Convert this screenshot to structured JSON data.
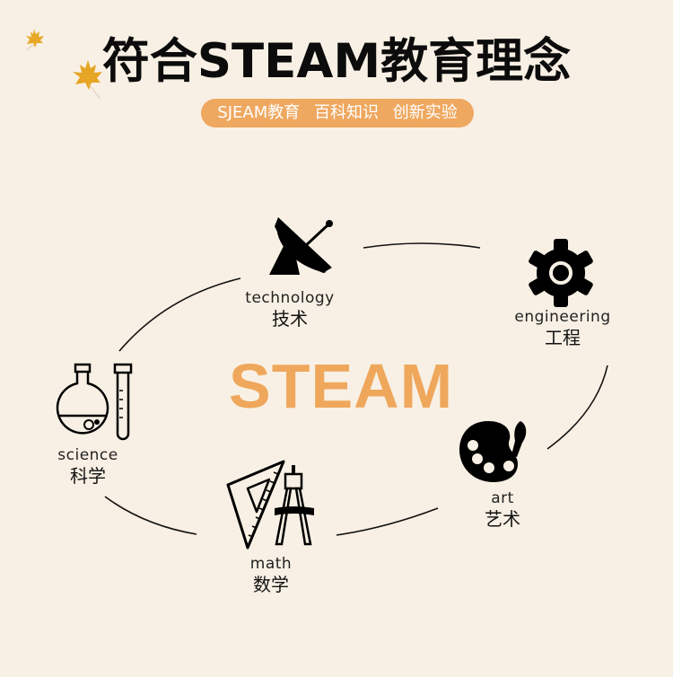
{
  "header": {
    "title": "符合STEAM教育理念",
    "tags": [
      "SJEAM教育",
      "百科知识",
      "创新实验"
    ]
  },
  "center": {
    "label": "STEAM"
  },
  "nodes": [
    {
      "key": "technology",
      "en": "technology",
      "zh": "技术",
      "icon": "satellite-dish-icon"
    },
    {
      "key": "engineering",
      "en": "engineering",
      "zh": "工程",
      "icon": "gear-icon"
    },
    {
      "key": "art",
      "en": "art",
      "zh": "艺术",
      "icon": "palette-icon"
    },
    {
      "key": "math",
      "en": "math",
      "zh": "数学",
      "icon": "ruler-compass-icon"
    },
    {
      "key": "science",
      "en": "science",
      "zh": "科学",
      "icon": "flask-test-tube-icon"
    }
  ],
  "colors": {
    "background": "#F8F0E4",
    "accent": "#EFA860",
    "text": "#111111"
  }
}
